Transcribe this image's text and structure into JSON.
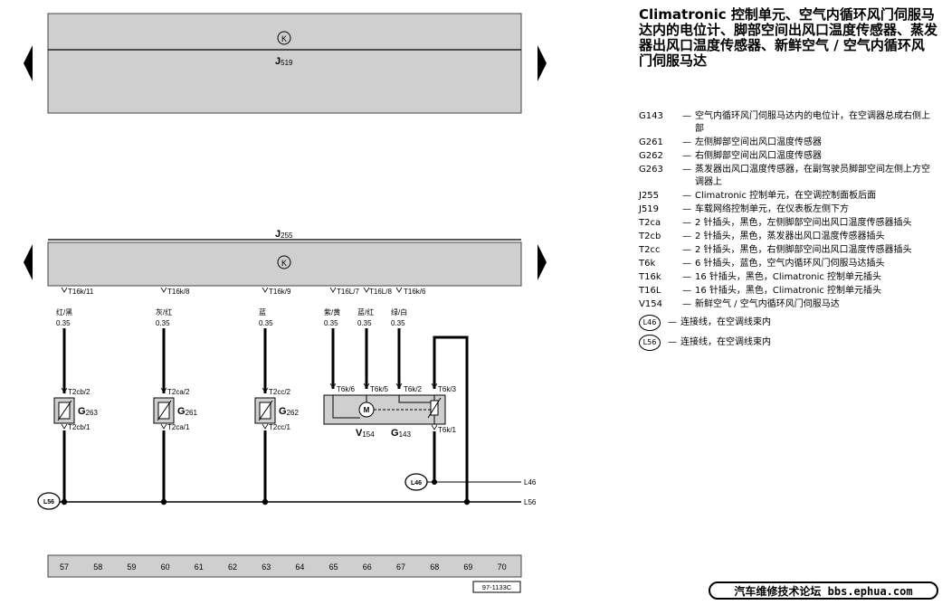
{
  "diagram": {
    "title": "Climatronic 控制单元、空气内循环风门伺服马达内的电位计、脚部空间出风口温度传感器、蒸发器出风口温度传感器、新鲜空气 / 空气内循环风门伺服马达",
    "top_box": {
      "k_symbol": "K",
      "label": "J",
      "sub": "519"
    },
    "main_box": {
      "label": "J",
      "sub": "255",
      "k_symbol": "K"
    },
    "wires": [
      {
        "pin": "T16k/11",
        "color_label": "红/黑",
        "gauge": "0.35"
      },
      {
        "pin": "T16k/8",
        "color_label": "灰/红",
        "gauge": "0.35"
      },
      {
        "pin": "T16k/9",
        "color_label": "蓝",
        "gauge": "0.35"
      },
      {
        "pin": "T16L/7",
        "color_label": "紫/黄",
        "gauge": "0.35"
      },
      {
        "pin": "T16L/8",
        "color_label": "蓝/红",
        "gauge": "0.35"
      },
      {
        "pin": "T16k/6",
        "color_label": "绿/白",
        "gauge": "0.35"
      }
    ],
    "sensors": [
      {
        "name": "G",
        "sub": "263",
        "pin_top": "T2cb/2",
        "pin_bottom": "T2cb/1"
      },
      {
        "name": "G",
        "sub": "261",
        "pin_top": "T2ca/2",
        "pin_bottom": "T2ca/1"
      },
      {
        "name": "G",
        "sub": "262",
        "pin_top": "T2cc/2",
        "pin_bottom": "T2cc/1"
      }
    ],
    "motor": {
      "pins": [
        "T6k/6",
        "T6k/5",
        "T6k/2",
        "T6k/3",
        "T6k/1"
      ],
      "m_symbol": "M",
      "v_name": "V",
      "v_sub": "154",
      "g_name": "G",
      "g_sub": "143"
    },
    "connectors": {
      "l46": "L46",
      "l56": "L56",
      "line_l46": "L46",
      "line_l56": "L56"
    },
    "track_numbers": [
      "57",
      "58",
      "59",
      "60",
      "61",
      "62",
      "63",
      "64",
      "65",
      "66",
      "67",
      "68",
      "69",
      "70"
    ],
    "ref_code": "97-1133C"
  },
  "legend": [
    {
      "code": "G143",
      "dash": "—",
      "desc": "空气内循环风门伺服马达内的电位计，在空调器总成右侧上部"
    },
    {
      "code": "G261",
      "dash": "—",
      "desc": "左侧脚部空间出风口温度传感器"
    },
    {
      "code": "G262",
      "dash": "—",
      "desc": "右侧脚部空间出风口温度传感器"
    },
    {
      "code": "G263",
      "dash": "—",
      "desc": "蒸发器出风口温度传感器，在副驾驶员脚部空间左侧上方空调器上"
    },
    {
      "code": "J255",
      "dash": "—",
      "desc": "Climatronic 控制单元，在空调控制面板后面"
    },
    {
      "code": "J519",
      "dash": "—",
      "desc": "车载网络控制单元，在仪表板左侧下方"
    },
    {
      "code": "T2ca",
      "dash": "—",
      "desc": "2 针插头，黑色，左侧脚部空间出风口温度传感器插头"
    },
    {
      "code": "T2cb",
      "dash": "—",
      "desc": "2 针插头，黑色，蒸发器出风口温度传感器插头"
    },
    {
      "code": "T2cc",
      "dash": "—",
      "desc": "2 针插头，黑色，右侧脚部空间出风口温度传感器插头"
    },
    {
      "code": "T6k",
      "dash": "—",
      "desc": "6 针插头，蓝色，空气内循环风门伺服马达插头"
    },
    {
      "code": "T16k",
      "dash": "—",
      "desc": "16 针插头，黑色，Climatronic 控制单元插头"
    },
    {
      "code": "T16L",
      "dash": "—",
      "desc": "16 针插头，黑色，Climatronic 控制单元插头"
    },
    {
      "code": "V154",
      "dash": "—",
      "desc": "新鲜空气 / 空气内循环风门伺服马达"
    }
  ],
  "legend_connectors": [
    {
      "code": "L46",
      "dash": "—",
      "desc": "连接线，在空调线束内"
    },
    {
      "code": "L56",
      "dash": "—",
      "desc": "连接线，在空调线束内"
    }
  ],
  "watermark": "汽车维修技术论坛 bbs.ephua.com"
}
